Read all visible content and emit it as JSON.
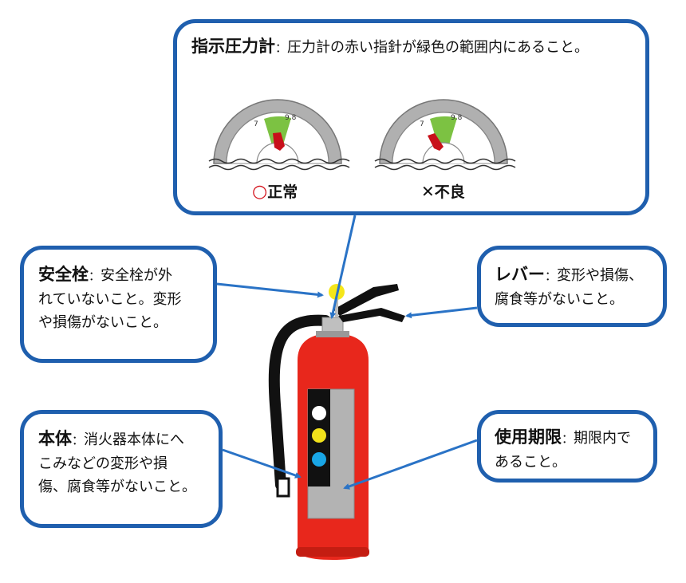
{
  "pressure": {
    "title": "指示圧力計",
    "sep": "：",
    "desc": "圧力計の赤い指針が緑色の範囲内にあること。",
    "gauge_ticks": [
      "7",
      "9.8"
    ],
    "normal_label": "正常",
    "bad_label": "不良",
    "normal_mark": "○",
    "bad_mark": "✕"
  },
  "safety_pin": {
    "title": "安全栓",
    "sep": "：",
    "line1": "安全栓が外",
    "line2": "れていないこと。変形",
    "line3": "や損傷がないこと。"
  },
  "lever": {
    "title": "レバー",
    "sep": "：",
    "line1": "変形や損傷、",
    "line2": "腐食等がないこと。"
  },
  "body": {
    "title": "本体",
    "sep": "：",
    "line1": "消火器本体にへ",
    "line2": "こみなどの変形や損",
    "line3": "傷、腐食等がないこと。"
  },
  "expiry": {
    "title": "使用期限",
    "sep": "：",
    "line1": "期限内で",
    "line2": "あること。"
  },
  "colors": {
    "callout_border": "#1f5fae",
    "arrow": "#2a73c6",
    "extinguisher_red": "#e8271c",
    "needle_red": "#c8101a",
    "green_range": "#7cc242",
    "gauge_gray": "#a9a9a9",
    "pin_yellow": "#f5e61a",
    "dot_white": "#ffffff",
    "dot_yellow": "#f2e21b",
    "dot_cyan": "#19a6e6"
  }
}
